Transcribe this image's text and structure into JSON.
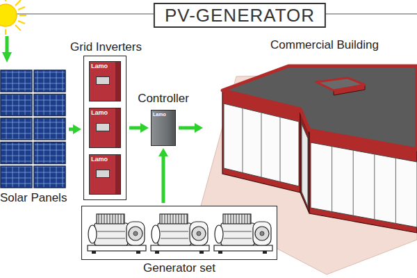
{
  "diagram": {
    "title": "PV-GENERATOR",
    "nodes": [
      {
        "text": [
          "Solar Panels"
        ]
      },
      {
        "text": [
          "Grid Inverters"
        ]
      },
      {
        "text": [
          "Lamo"
        ],
        "in": 1
      },
      {
        "text": [
          "Lamo"
        ],
        "in": 1
      },
      {
        "text": [
          "Lamo"
        ],
        "in": 1
      },
      {
        "text": [
          "Controller",
          "Lamo"
        ]
      },
      {
        "text": [
          "Commercial Building"
        ]
      },
      {
        "text": [
          "Generator set"
        ]
      }
    ],
    "edges": [
      {
        "from": 0,
        "to": 1,
        "arrow": "to"
      },
      {
        "from": 1,
        "to": 5,
        "arrow": "to"
      },
      {
        "from": 5,
        "to": 6,
        "arrow": "to"
      },
      {
        "from": 7,
        "to": 5,
        "arrow": "to"
      }
    ]
  }
}
